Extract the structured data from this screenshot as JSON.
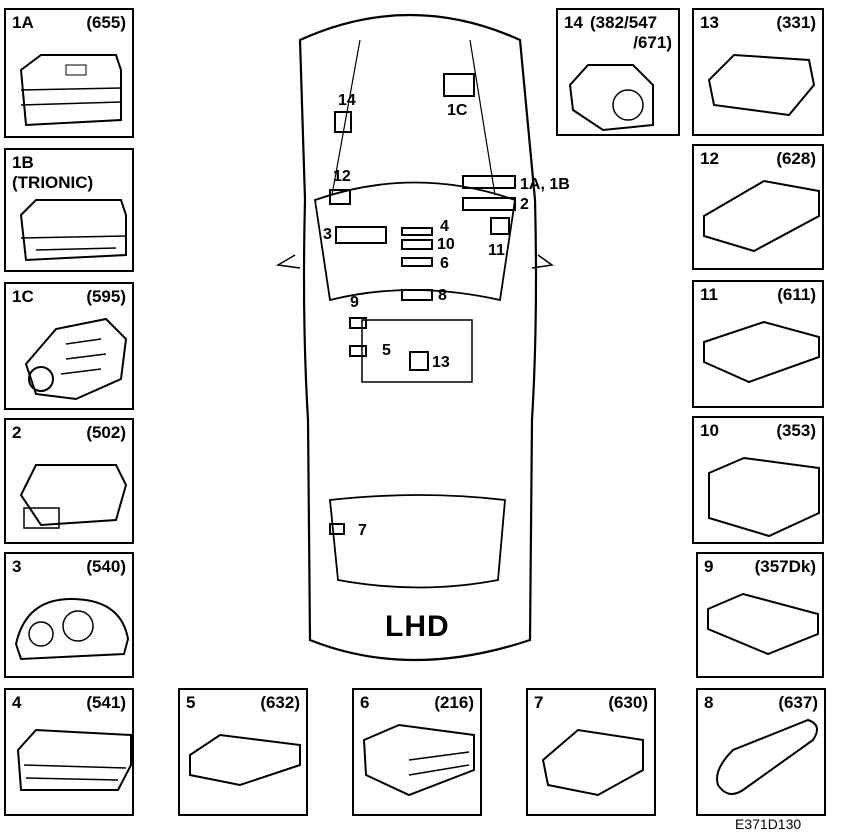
{
  "modules": [
    {
      "id": "1a",
      "num": "1A",
      "part": "(655)"
    },
    {
      "id": "1b",
      "num": "1B",
      "part": "",
      "sub": "(TRIONIC)"
    },
    {
      "id": "1c",
      "num": "1C",
      "part": "(595)"
    },
    {
      "id": "2",
      "num": "2",
      "part": "(502)"
    },
    {
      "id": "3",
      "num": "3",
      "part": "(540)"
    },
    {
      "id": "4",
      "num": "4",
      "part": "(541)"
    },
    {
      "id": "5",
      "num": "5",
      "part": "(632)"
    },
    {
      "id": "6",
      "num": "6",
      "part": "(216)"
    },
    {
      "id": "7",
      "num": "7",
      "part": "(630)"
    },
    {
      "id": "8",
      "num": "8",
      "part": "(637)"
    },
    {
      "id": "9",
      "num": "9",
      "part": "(357Dk)"
    },
    {
      "id": "10",
      "num": "10",
      "part": "(353)"
    },
    {
      "id": "11",
      "num": "11",
      "part": "(611)"
    },
    {
      "id": "12",
      "num": "12",
      "part": "(628)"
    },
    {
      "id": "13",
      "num": "13",
      "part": "(331)"
    },
    {
      "id": "14",
      "num": "14",
      "part": "(382/547",
      "sub": "/671)"
    }
  ],
  "car_labels": {
    "l14": "14",
    "l12": "12",
    "l1c": "1C",
    "l1a1b": "1A, 1B",
    "l2": "2",
    "l3": "3",
    "l4": "4",
    "l10": "10",
    "l11": "11",
    "l6": "6",
    "l8": "8",
    "l9": "9",
    "l5": "5",
    "l13": "13",
    "l7": "7"
  },
  "lhd": "LHD",
  "figure_code": "E371D130"
}
